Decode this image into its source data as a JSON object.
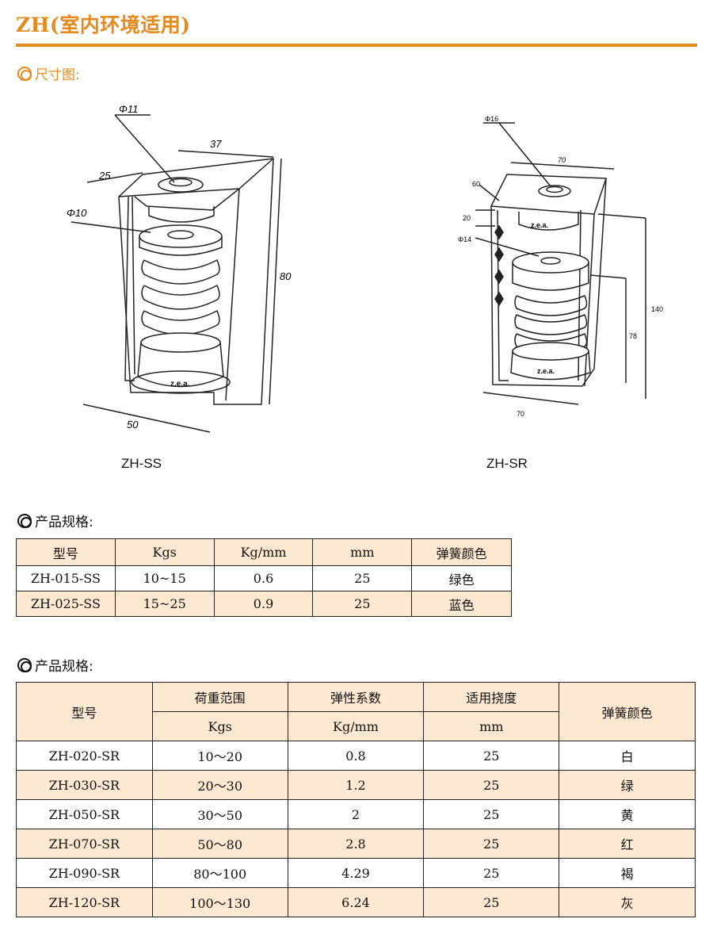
{
  "title": "ZH(室内环境适用)",
  "colors": {
    "accent": "#e58a1f",
    "row_shade": "#fde9d2"
  },
  "dimension_section": {
    "icon": "double-circle-icon",
    "label": "尺寸图:"
  },
  "drawing_ss": {
    "model": "ZH-SS",
    "dims": {
      "top_hole": "Φ11",
      "width_top": "37",
      "depth": "25",
      "spring_hole": "Φ10",
      "height": "80",
      "base": "50"
    },
    "brand_mark": "z.e.a."
  },
  "drawing_sr": {
    "model": "ZH-SR",
    "dims": {
      "top_hole": "Φ16",
      "width_top": "70",
      "depth": "60",
      "plate": "20",
      "spring_hole": "Φ14",
      "height": "140",
      "spring_height": "78",
      "base": "70"
    },
    "brand_mark": "z.e.a."
  },
  "table1": {
    "section_label": "产品规格:",
    "headers": [
      "型号",
      "Kgs",
      "Kg/mm",
      "mm",
      "弹簧颜色"
    ],
    "rows": [
      [
        "ZH-015-SS",
        "10~15",
        "0.6",
        "25",
        "绿色"
      ],
      [
        "ZH-025-SS",
        "15~25",
        "0.9",
        "25",
        "蓝色"
      ]
    ]
  },
  "table2": {
    "section_label": "产品规格:",
    "header_model": "型号",
    "header_load": "荷重范围",
    "header_rate": "弹性系数",
    "header_deflection": "适用挠度",
    "header_color": "弹簧颜色",
    "unit_load": "Kgs",
    "unit_rate": "Kg/mm",
    "unit_deflection": "mm",
    "rows": [
      [
        "ZH-020-SR",
        "10～20",
        "0.8",
        "25",
        "白"
      ],
      [
        "ZH-030-SR",
        "20～30",
        "1.2",
        "25",
        "绿"
      ],
      [
        "ZH-050-SR",
        "30～50",
        "2",
        "25",
        "黄"
      ],
      [
        "ZH-070-SR",
        "50～80",
        "2.8",
        "25",
        "红"
      ],
      [
        "ZH-090-SR",
        "80～100",
        "4.29",
        "25",
        "褐"
      ],
      [
        "ZH-120-SR",
        "100～130",
        "6.24",
        "25",
        "灰"
      ]
    ]
  }
}
